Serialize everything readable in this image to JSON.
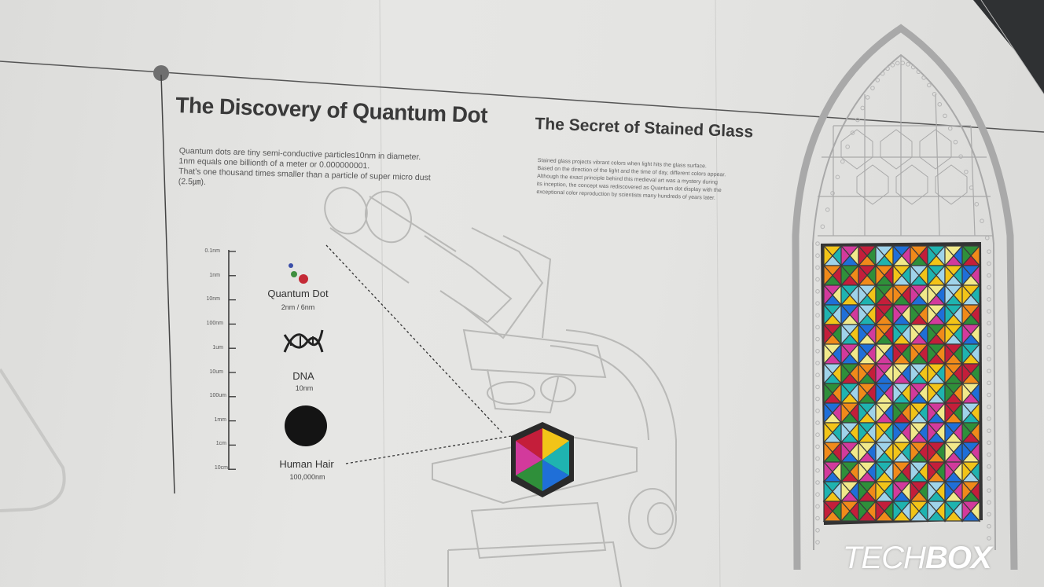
{
  "left_panel": {
    "title": "The Discovery of Quantum Dot",
    "paragraph": "Quantum dots are tiny semi-conductive particles10nm in diameter.\n1nm equals one billionth of a meter or 0.000000001.\nThat's one thousand times smaller than a particle of super micro dust\n(2.5㎛).",
    "scale_ticks": [
      "0.1nm",
      "1nm",
      "10nm",
      "100nm",
      "1um",
      "10um",
      "100um",
      "1mm",
      "1cm",
      "10cm"
    ],
    "objects": [
      {
        "label": "Quantum Dot",
        "size": "2nm / 6nm",
        "icon": "quantum-dot-icon"
      },
      {
        "label": "DNA",
        "size": "10nm",
        "icon": "dna-icon"
      },
      {
        "label": "Human Hair",
        "size": "100,000nm",
        "icon": "hair-cross-section-icon"
      }
    ]
  },
  "right_panel": {
    "title": "The Secret of Stained Glass",
    "paragraph": "Stained glass projects vibrant colors when light hits the glass surface.\nBased on the direction of the light and the time of day, different colors appear.\nAlthough the exact principle behind this medieval art was a mystery during\nits inception, the concept was rediscovered as Quantum dot display with the\nexceptional color reproduction by scientists many hundreds of years later."
  },
  "watermark": {
    "part1": "TECH",
    "part2": "BOX"
  },
  "colors": {
    "glass_yellow": "#f2c418",
    "glass_red": "#c41e3a",
    "glass_blue": "#1f6fd8",
    "glass_teal": "#1fb3b0",
    "glass_green": "#2f8f3a",
    "glass_magenta": "#d23a9c",
    "glass_light_blue": "#9fd3ea",
    "glass_orange": "#f08a1a",
    "glass_pale_yellow": "#f1e98a"
  }
}
